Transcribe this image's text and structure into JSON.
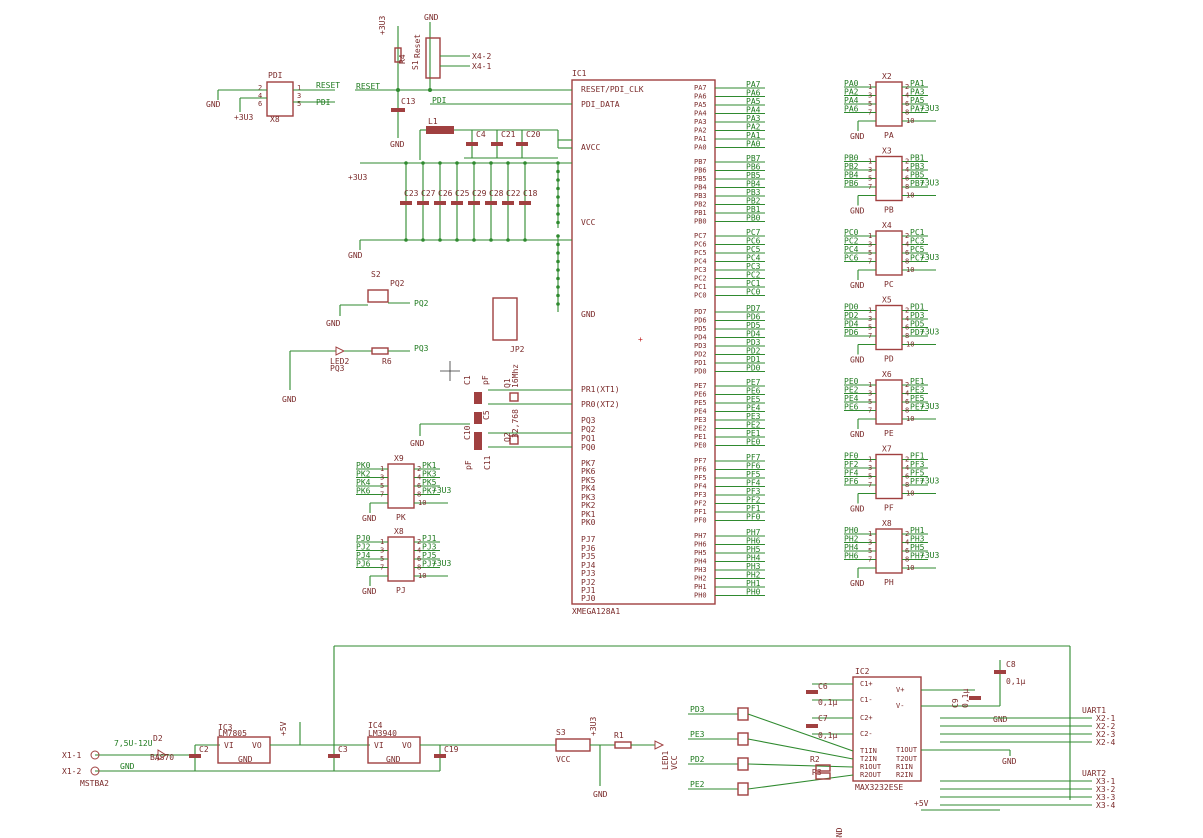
{
  "colors": {
    "net": "#2f8a2f",
    "part": "#a04040",
    "label": "#7a2a2a",
    "netLabel": "#1f7a1f"
  },
  "mcu": {
    "name": "IC1",
    "part": "XMEGA128A1",
    "left_labels": [
      "RESET/PDI_CLK",
      "PDI_DATA",
      "AVCC",
      "VCC",
      "GND",
      "PR1(XT1)",
      "PR0(XT2)",
      "PQ3",
      "PQ2",
      "PQ1",
      "PQ0",
      "PK7",
      "PK6",
      "PK5",
      "PK4",
      "PK3",
      "PK2",
      "PK1",
      "PK0",
      "PJ7",
      "PJ6",
      "PJ5",
      "PJ4",
      "PJ3",
      "PJ2",
      "PJ1",
      "PJ0"
    ]
  },
  "power_left": {
    "gnd": "GND",
    "v33": "+3U3",
    "ports": [
      "RESET",
      "PDI"
    ]
  },
  "caps_row": [
    "C23",
    "C27",
    "C26",
    "C25",
    "C29",
    "C28",
    "C22",
    "C18"
  ],
  "misc_parts": {
    "l1": "L1",
    "c13": "C13",
    "c4": "C4",
    "c21": "C21",
    "c20": "C20",
    "reset_label": "Reset",
    "s1": "S1",
    "r4": "R4",
    "s2": "S2",
    "pq2": "PQ2",
    "led2": "LED2",
    "r6": "R6",
    "pq3": "PQ3",
    "jp2": "JP2",
    "q1": "Q1",
    "q1v": "16Mhz",
    "q2": "Q2",
    "q2v": "32,768",
    "c1": "C1",
    "c5": "C5",
    "c10": "C10",
    "c11": "C11",
    "pf": "pF",
    "x4a": "X4-2",
    "x4b": "X4-1",
    "gnd": "GND",
    "v33": "+3U3"
  },
  "right_ports": [
    {
      "name": "X2",
      "port": "PA",
      "pins": [
        "PA0",
        "PA2",
        "PA4",
        "PA6"
      ],
      "pins2": [
        "PA1",
        "PA3",
        "PA5",
        "PA7"
      ]
    },
    {
      "name": "X3",
      "port": "PB",
      "pins": [
        "PB0",
        "PB2",
        "PB4",
        "PB6"
      ],
      "pins2": [
        "PB1",
        "PB3",
        "PB5",
        "PB7"
      ]
    },
    {
      "name": "X4",
      "port": "PC",
      "pins": [
        "PC0",
        "PC2",
        "PC4",
        "PC6"
      ],
      "pins2": [
        "PC1",
        "PC3",
        "PC5",
        "PC7"
      ]
    },
    {
      "name": "X5",
      "port": "PD",
      "pins": [
        "PD0",
        "PD2",
        "PD4",
        "PD6"
      ],
      "pins2": [
        "PD1",
        "PD3",
        "PD5",
        "PD7"
      ]
    },
    {
      "name": "X6",
      "port": "PE",
      "pins": [
        "PE0",
        "PE2",
        "PE4",
        "PE6"
      ],
      "pins2": [
        "PE1",
        "PE3",
        "PE5",
        "PE7"
      ]
    },
    {
      "name": "X7",
      "port": "PF",
      "pins": [
        "PF0",
        "PF2",
        "PF4",
        "PF6"
      ],
      "pins2": [
        "PF1",
        "PF3",
        "PF5",
        "PF7"
      ]
    },
    {
      "name": "X8",
      "port": "PH",
      "pins": [
        "PH0",
        "PH2",
        "PH4",
        "PH6"
      ],
      "pins2": [
        "PH1",
        "PH3",
        "PH5",
        "PH7"
      ]
    }
  ],
  "left_ports": [
    {
      "name": "X9",
      "port": "PK",
      "pins": [
        "PK0",
        "PK2",
        "PK4",
        "PK6"
      ],
      "pins2": [
        "PK1",
        "PK3",
        "PK5",
        "PK7"
      ]
    },
    {
      "name": "X8",
      "port": "PJ",
      "pins": [
        "PJ0",
        "PJ2",
        "PJ4",
        "PJ6"
      ],
      "pins2": [
        "PJ1",
        "PJ3",
        "PJ5",
        "PJ7"
      ]
    }
  ],
  "pdi": {
    "name": "X8",
    "title": "PDI",
    "l1": "RESET",
    "l2": "PDI",
    "gnd": "GND",
    "v33": "+3U3"
  },
  "power": {
    "in1": "X1-1",
    "in2": "X1-2",
    "vin": "7,5U-12U",
    "gnd": "GND",
    "d2": "D2",
    "d2v": "BAS70",
    "jack": "MSTBA2",
    "ic3": "IC3",
    "ic3p": "LM7805",
    "ic4": "IC4",
    "ic4p": "LM3940",
    "vi": "VI",
    "vo": "VO",
    "gndpin": "GND",
    "c2": "C2",
    "c3": "C3",
    "c19": "C19",
    "v5": "+5V",
    "s3": "S3",
    "vcc": "VCC",
    "r1": "R1",
    "led1": "LED1",
    "v33": "+3U3"
  },
  "max": {
    "ic": "IC2",
    "part": "MAX3232ESE",
    "c6": "C6",
    "c7": "C7",
    "c8": "C8",
    "c9": "C9",
    "cval": "0,1µ",
    "left": [
      "C1+",
      "C1-",
      "C2+",
      "C2-",
      "T1IN",
      "T2IN",
      "R1OUT",
      "R2OUT"
    ],
    "right": [
      "V+",
      "V-",
      "T1OUT",
      "T2OUT",
      "R1IN",
      "R2IN"
    ],
    "pins": [
      "PD3",
      "PE3",
      "PD2",
      "PE2"
    ],
    "r2": "R2",
    "r3": "R3",
    "gnd": "GND",
    "v5": "+5V",
    "uart1": "UART1",
    "uart2": "UART2",
    "x2": [
      "X2-1",
      "X2-2",
      "X2-3",
      "X2-4"
    ],
    "x3": [
      "X3-1",
      "X3-2",
      "X3-3",
      "X3-4"
    ]
  }
}
